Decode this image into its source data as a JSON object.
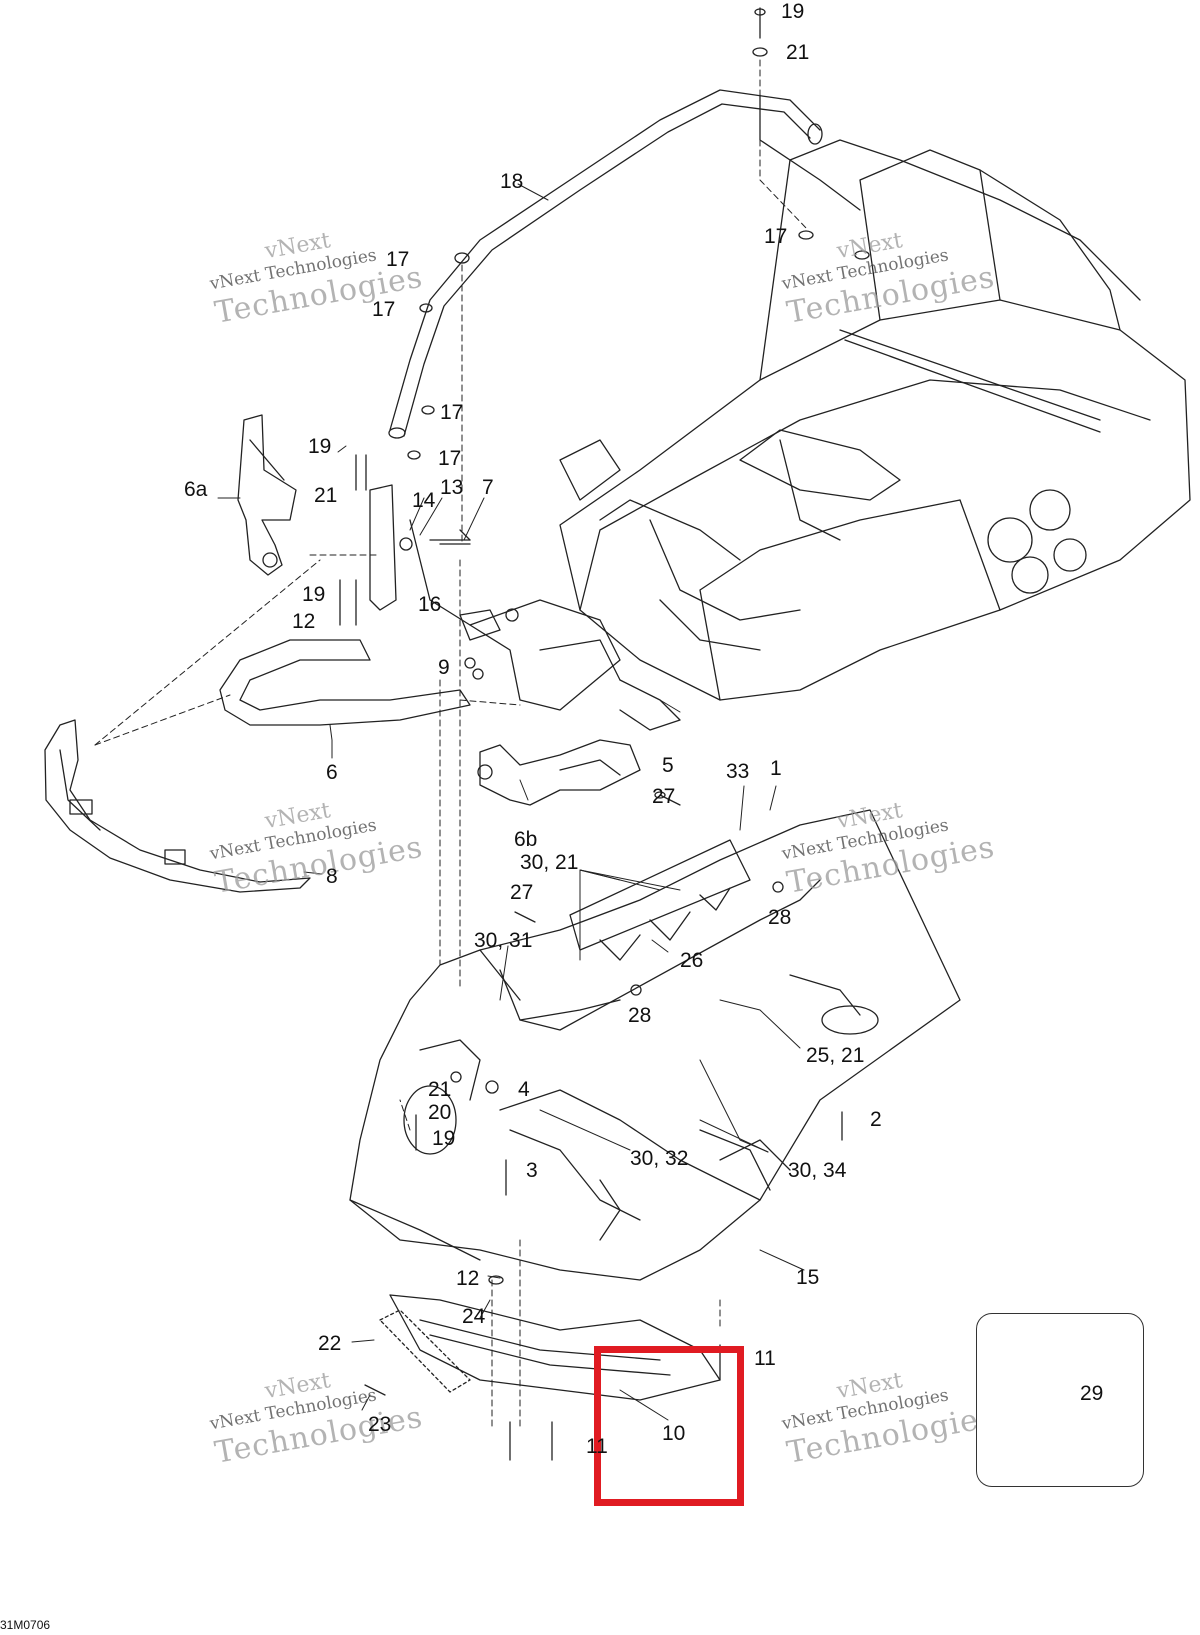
{
  "diagram": {
    "code": "31M0706",
    "watermark": {
      "line1": "vNext",
      "line2": "vNext Technologies",
      "line3": "Technologies"
    },
    "highlight_color": "#e01b22",
    "callouts": {
      "c19_top": "19",
      "c21_top": "21",
      "c18": "18",
      "c17_right": "17",
      "c17_a": "17",
      "c17_b": "17",
      "c17_c": "17",
      "c17_d": "17",
      "c19_left": "19",
      "c6a": "6a",
      "c21_left": "21",
      "c14": "14",
      "c13": "13",
      "c7": "7",
      "c19_mid": "19",
      "c16": "16",
      "c12_left": "12",
      "c9": "9",
      "c6": "6",
      "c5": "5",
      "c6b": "6b",
      "c8": "8",
      "c33": "33",
      "c1_top": "1",
      "c27_top": "27",
      "c30_21": "30, 21",
      "c28_top": "28",
      "c27_mid": "27",
      "c30_31": "30, 31",
      "c26": "26",
      "c28_mid": "28",
      "c25_21": "25, 21",
      "c4": "4",
      "c21_low": "21",
      "c20": "20",
      "c2": "2",
      "c19_low": "19",
      "c3": "3",
      "c30_32": "30, 32",
      "c30_34": "30, 34",
      "c15": "15",
      "c12_low": "12",
      "c24": "24",
      "c22": "22",
      "c11_right": "11",
      "c29": "29",
      "c23": "23",
      "c11_left": "11",
      "c10": "10"
    }
  }
}
